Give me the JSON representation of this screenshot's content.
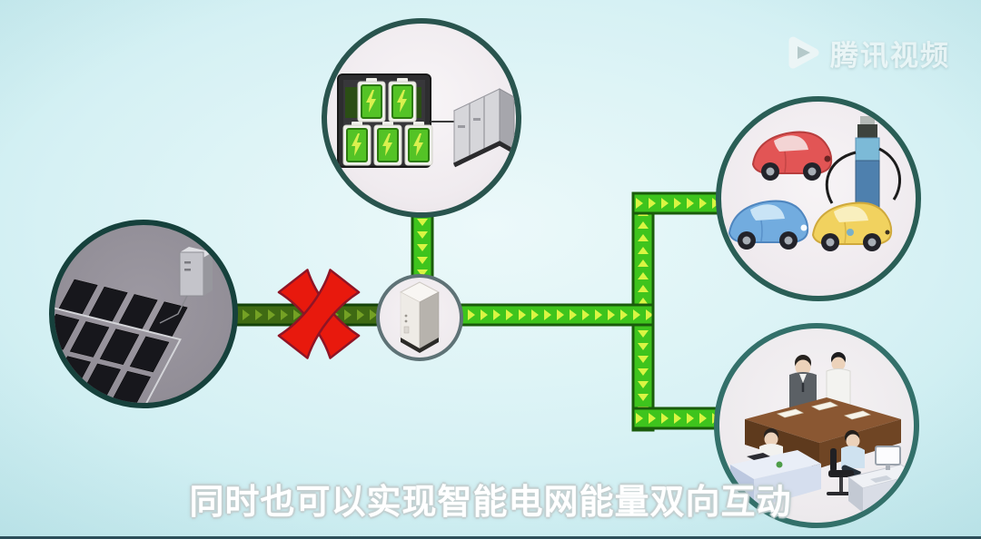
{
  "video": {
    "watermark": {
      "brand_text": "腾讯视频",
      "icon": "play-badge-icon"
    },
    "subtitle_text": "同时也可以实现智能电网能量双向互动"
  },
  "diagram": {
    "nodes": {
      "storage": {
        "icon": "battery-bank-icon"
      },
      "solar": {
        "icon": "solar-array-icon"
      },
      "hub": {
        "icon": "grid-cabinet-icon"
      },
      "vehicles": {
        "icon": "electric-cars-charging-icon"
      },
      "office": {
        "icon": "office-workers-icon"
      }
    },
    "blocked_link_marker": "red-x-icon",
    "flows": [
      "storage→hub",
      "hub→vehicles",
      "hub→office",
      "solar→hub (blocked)"
    ],
    "colors": {
      "pipe_active_fill": "#3ec41d",
      "pipe_active_chevron": "#d9f542",
      "pipe_active_border": "#1a5c0c",
      "pipe_blocked_fill": "#3f6a13",
      "pipe_blocked_chevron": "#74a124",
      "pipe_blocked_border": "#15430a",
      "cross_red": "#e8190d",
      "background_center": "#e9f8f9",
      "background_edge": "#a5dde3"
    }
  }
}
